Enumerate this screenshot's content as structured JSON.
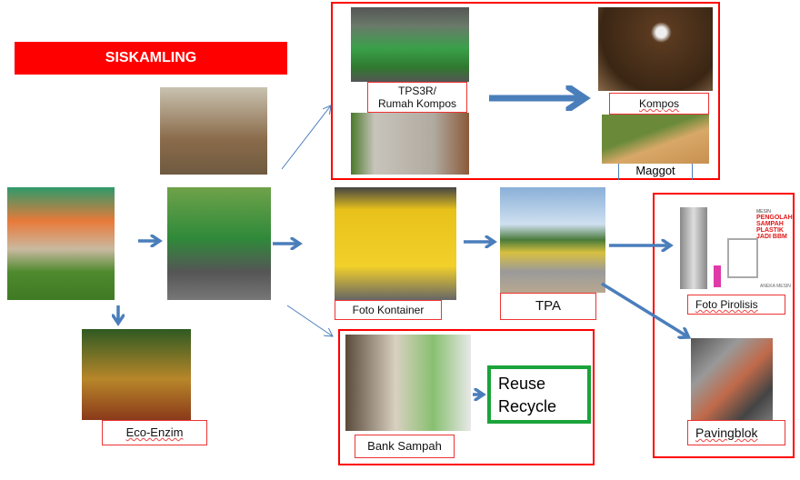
{
  "title": "SISKAMLING",
  "labels": {
    "tps3r": "TPS3R/\nRumah Kompos",
    "kompos": "Kompos",
    "maggot": "Maggot",
    "kontainer": "Foto Kontainer",
    "tpa": "TPA",
    "pirolisis": "Foto Pirolisis",
    "paving": "Pavingblok",
    "bank": "Bank Sampah",
    "ecoenzim": "Eco-Enzim",
    "reuse": "Reuse",
    "recycle": "Recycle"
  },
  "pirolisis_image_text": {
    "line1": "MESIN",
    "line2": "PENGOLAH SAMPAH PLASTIK JADI BBM",
    "brand": "ANEKA MESIN"
  },
  "colors": {
    "red": "#ff0000",
    "arrow": "#4a7ebb",
    "green": "#1aa33a"
  }
}
